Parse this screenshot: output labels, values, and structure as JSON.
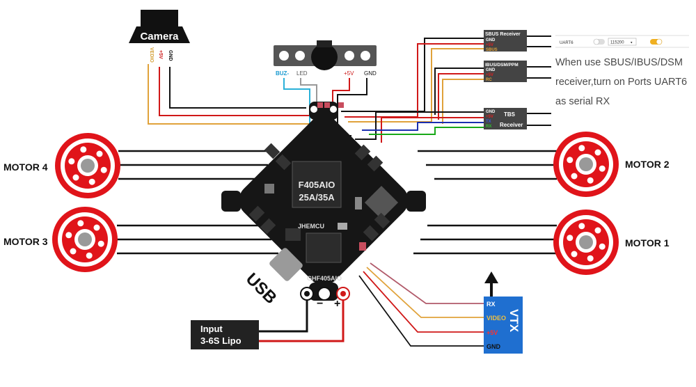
{
  "camera": {
    "label": "Camera",
    "pins": [
      "VEDIO",
      "+5V",
      "GND"
    ]
  },
  "buzzer": {
    "pins": [
      "BUZ-",
      "LED",
      "+5V",
      "GND"
    ]
  },
  "receivers": {
    "sbus": {
      "title": "SBUS Receiver",
      "pins": [
        "GND",
        "+5V",
        "SBUS"
      ]
    },
    "ibus": {
      "title": "IBUS/DSM/PPM",
      "pins": [
        "GND",
        "+5V",
        "RC"
      ]
    },
    "tbs": {
      "title_line1": "TBS",
      "title_line2": "Receiver",
      "pins": [
        "GND",
        "+5V",
        "TX",
        "RX"
      ]
    }
  },
  "uart_widget": {
    "port": "UART6",
    "baud": "115200"
  },
  "note": "When use SBUS/IBUS/DSM receiver,turn on Ports UART6 as serial RX",
  "motors": {
    "m1": "MOTOR 1",
    "m2": "MOTOR 2",
    "m3": "MOTOR 3",
    "m4": "MOTOR 4"
  },
  "board": {
    "chip_line1": "F405AIO",
    "chip_line2": "25A/35A",
    "brand": "JHEMCU",
    "model": "GHF405AIO"
  },
  "usb": "USB",
  "power": {
    "line1": "Input",
    "line2": "3-6S Lipo",
    "neg": "−",
    "pos": "+"
  },
  "vtx": {
    "label": "VTX",
    "pins": [
      "RX",
      "VIDEO",
      "+5V",
      "GND"
    ]
  },
  "colors": {
    "board": "#161616",
    "motor": "#e0141a",
    "red_wire": "#d01818",
    "orange_wire": "#e0a23a",
    "blue_wire": "#1a2fb0",
    "green_wire": "#18a818",
    "cyan_wire": "#2ab0d8"
  }
}
